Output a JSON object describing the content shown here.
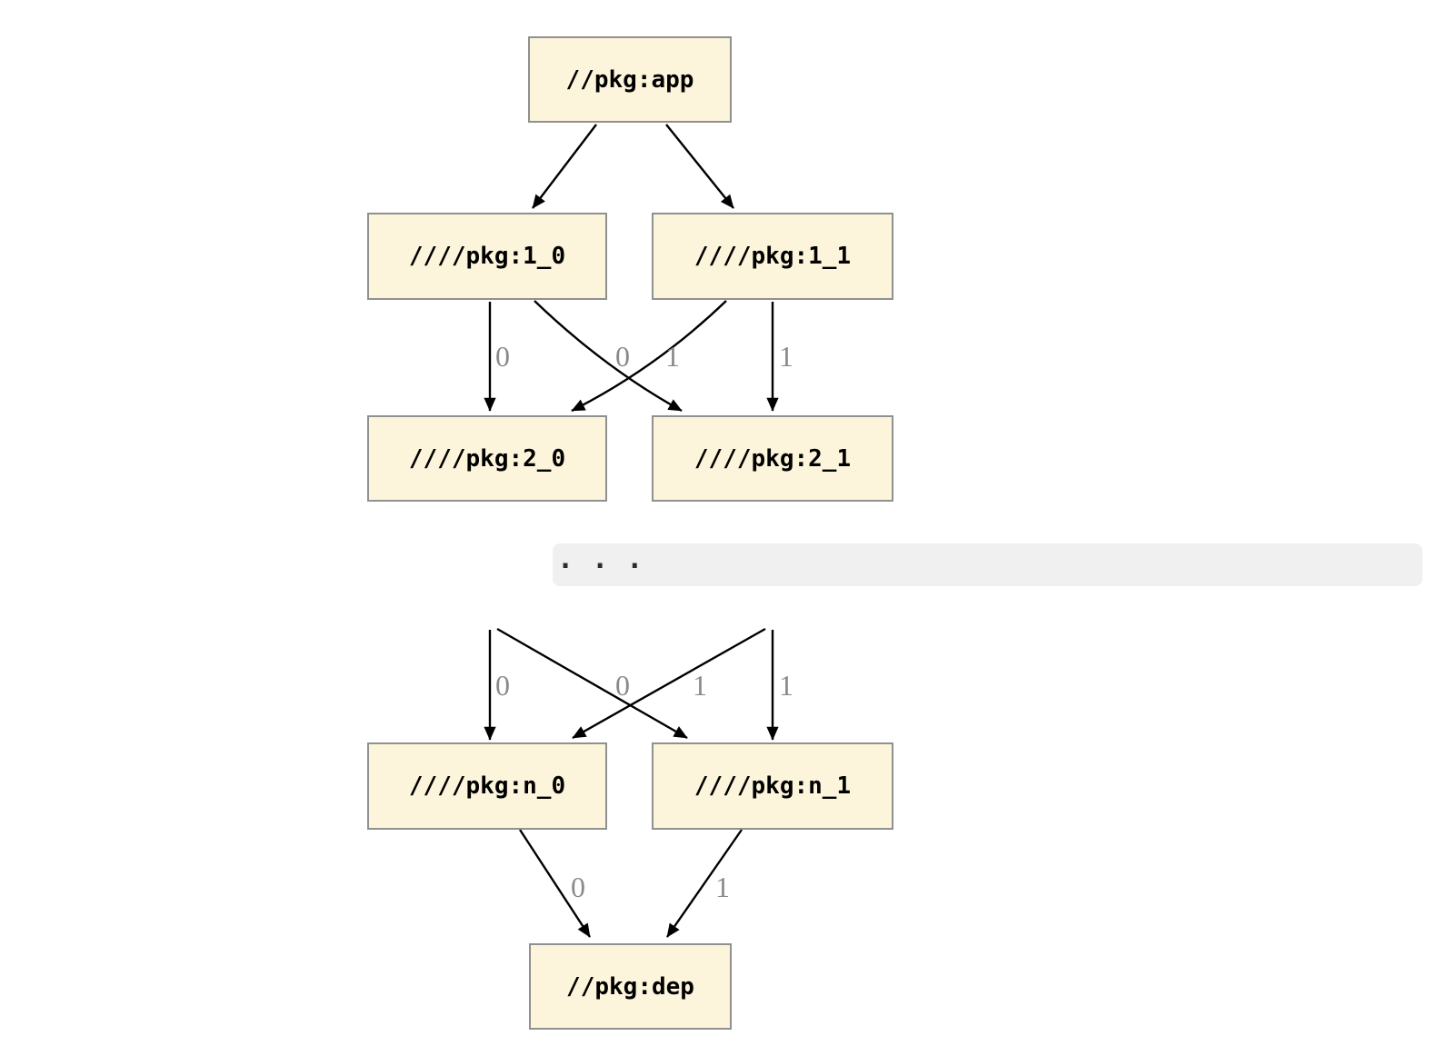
{
  "diagram": {
    "kind": "package-dependency-graph",
    "nodes": {
      "app": "//pkg:app",
      "l1_0": "////pkg:1_0",
      "l1_1": "////pkg:1_1",
      "l2_0": "////pkg:2_0",
      "l2_1": "////pkg:2_1",
      "ln_0": "////pkg:n_0",
      "ln_1": "////pkg:n_1",
      "dep": "//pkg:dep"
    },
    "separator_text": ". . .",
    "edge_labels": {
      "upper": [
        "0",
        "0",
        "1",
        "1"
      ],
      "middle": [
        "0",
        "0",
        "1",
        "1"
      ],
      "lower": [
        "0",
        "1"
      ]
    },
    "edges": [
      {
        "from": "//pkg:app",
        "to": "////pkg:1_0",
        "label": ""
      },
      {
        "from": "//pkg:app",
        "to": "////pkg:1_1",
        "label": ""
      },
      {
        "from": "////pkg:1_0",
        "to": "////pkg:2_0",
        "label": "0"
      },
      {
        "from": "////pkg:1_0",
        "to": "////pkg:2_1",
        "label": "1"
      },
      {
        "from": "////pkg:1_1",
        "to": "////pkg:2_0",
        "label": "0"
      },
      {
        "from": "////pkg:1_1",
        "to": "////pkg:2_1",
        "label": "1"
      },
      {
        "from": "…",
        "to": "////pkg:n_0",
        "label": "0"
      },
      {
        "from": "…",
        "to": "////pkg:n_1",
        "label": "1"
      },
      {
        "from": "…",
        "to": "////pkg:n_0",
        "label": "0"
      },
      {
        "from": "…",
        "to": "////pkg:n_1",
        "label": "1"
      },
      {
        "from": "////pkg:n_0",
        "to": "//pkg:dep",
        "label": "0"
      },
      {
        "from": "////pkg:n_1",
        "to": "//pkg:dep",
        "label": "1"
      }
    ],
    "colors": {
      "node_fill": "#fdf5db",
      "node_border": "#8f9090",
      "edge": "#000000",
      "edge_label": "#8a8a8a",
      "separator_band": "#f0f0f0",
      "background": "#ffffff"
    }
  }
}
